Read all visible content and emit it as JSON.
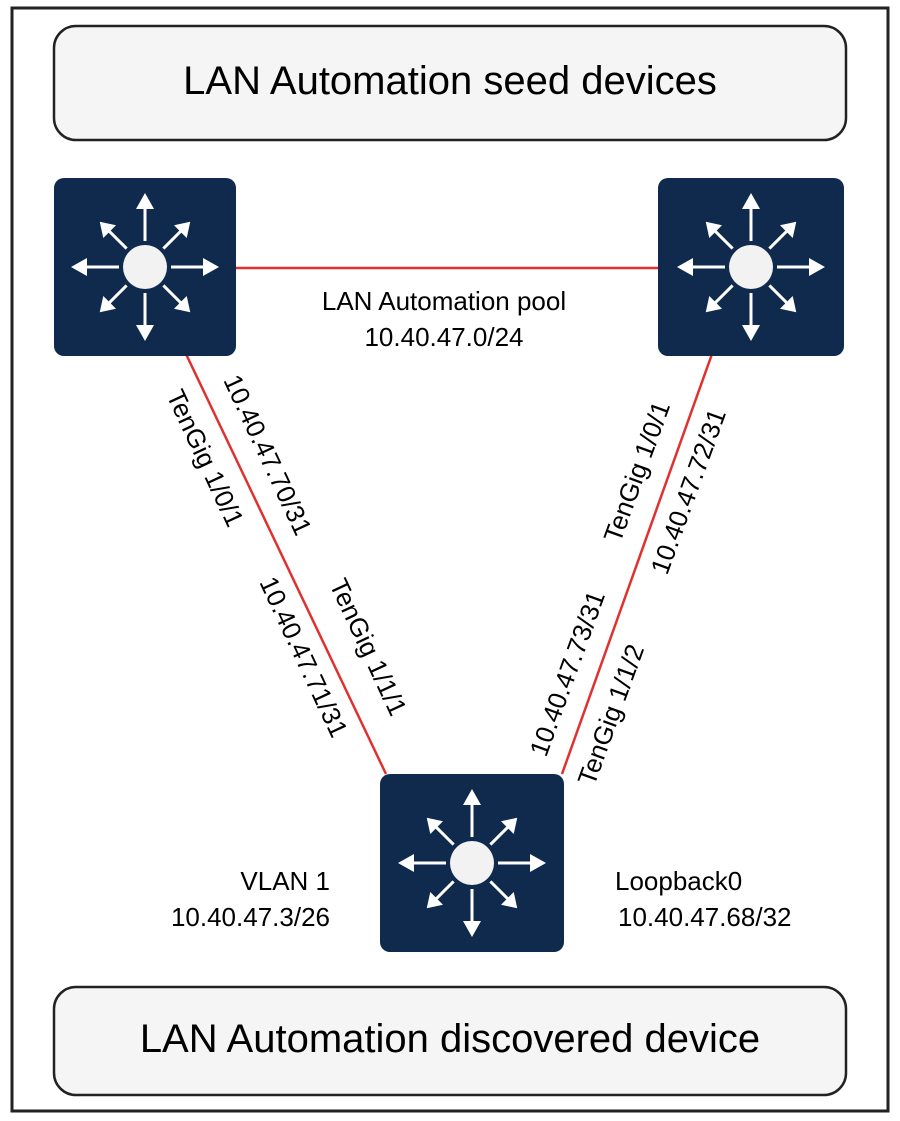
{
  "banners": {
    "seed": "LAN Automation seed devices",
    "discovered": "LAN Automation discovered device"
  },
  "pool": {
    "label": "LAN Automation pool",
    "subnet": "10.40.47.0/24"
  },
  "links": {
    "left": {
      "seed_port": "TenGig 1/0/1",
      "seed_ip": "10.40.47.70/31",
      "discovered_port": "TenGig 1/1/1",
      "discovered_ip": "10.40.47.71/31"
    },
    "right": {
      "seed_port": "TenGig 1/0/1",
      "seed_ip": "10.40.47.72/31",
      "discovered_port": "TenGig 1/1/2",
      "discovered_ip": "10.40.47.73/31"
    }
  },
  "discovered_interfaces": {
    "vlan_name": "VLAN 1",
    "vlan_ip": "10.40.47.3/26",
    "loopback_name": "Loopback0",
    "loopback_ip": "10.40.47.68/32"
  },
  "colors": {
    "device_fill": "#0f2a4c",
    "link_color": "#e0312f",
    "banner_fill": "#f5f5f5",
    "frame": "#222222"
  }
}
